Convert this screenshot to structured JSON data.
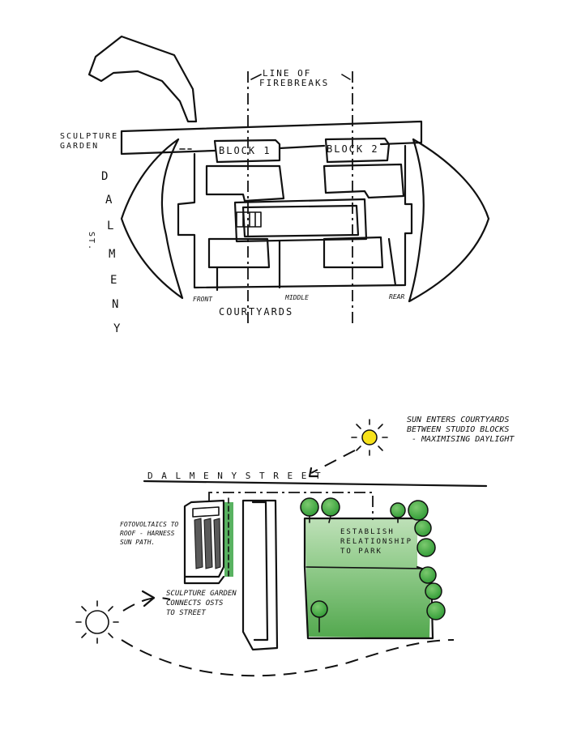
{
  "plan": {
    "line_of_firebreaks_1": "LINE OF",
    "line_of_firebreaks_2": "FIREBREAKS",
    "sculpture_garden_1": "SCULPTURE",
    "sculpture_garden_2": "GARDEN",
    "block_1": "BLOCK 1",
    "block_2": "BLOCK 2",
    "street_name_letters": [
      "D",
      "A",
      "L",
      "M",
      "E",
      "N",
      "Y"
    ],
    "street_suffix": "ST.",
    "front": "FRONT",
    "middle": "MIDDLE",
    "rear": "REAR",
    "courtyards": "COURTYARDS"
  },
  "site": {
    "sun_note_1": "SUN ENTERS COURTYARDS",
    "sun_note_2": "BETWEEN STUDIO BLOCKS",
    "sun_note_3": "- MAXIMISING DAYLIGHT",
    "street_label": "D A L M E N Y   S T R E E T",
    "pv_note_1": "FOTOVOLTAICS TO",
    "pv_note_2": "ROOF - HARNESS",
    "pv_note_3": "SUN PATH.",
    "garden_note_1": "SCULPTURE GARDEN",
    "garden_note_2": "CONNECTS OSTS",
    "garden_note_3": "TO STREET",
    "park_note_1": "ESTABLISH",
    "park_note_2": "RELATIONSHIP",
    "park_note_3": "TO PARK"
  },
  "colors": {
    "ink": "#111111",
    "sun_yellow": "#f7e21a",
    "park_green": "#3f9e3a",
    "park_green_light": "#b7ddb0",
    "tree_green": "#2e9a34",
    "pv_grey": "#5a5a5a",
    "strip_green": "#2f9f3a"
  }
}
